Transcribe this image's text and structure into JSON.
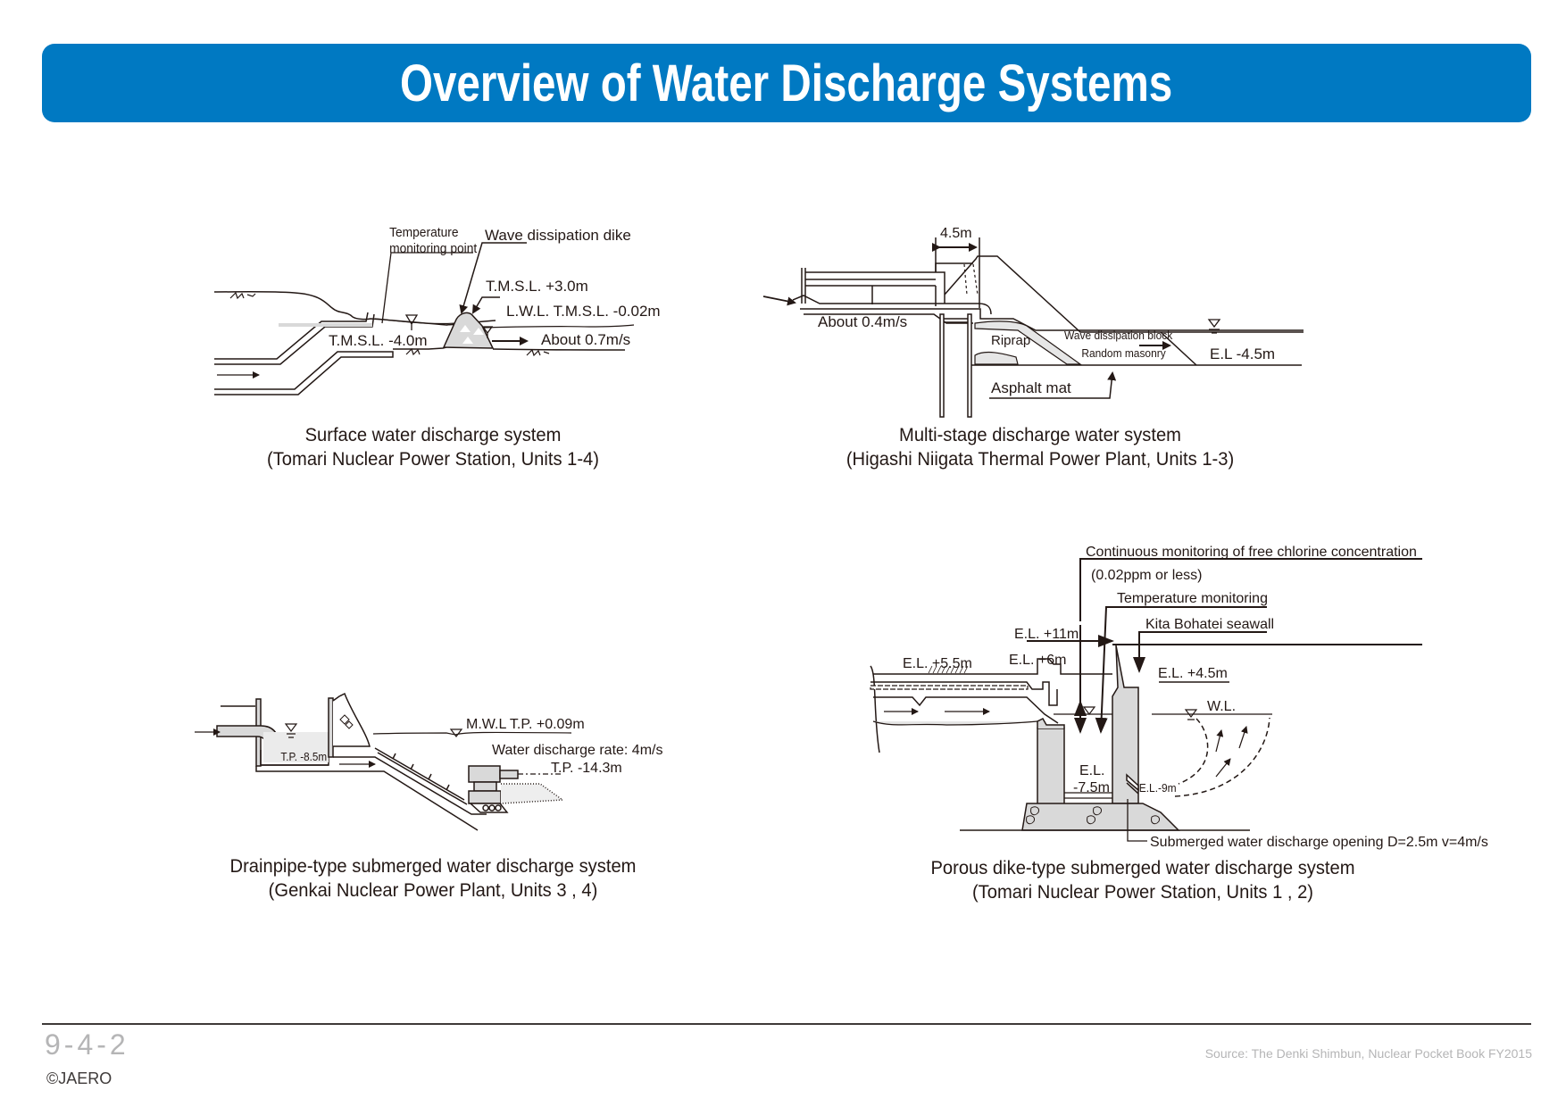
{
  "header": {
    "title": "Overview of Water Discharge Systems"
  },
  "colors": {
    "title_bar": "#0079c2",
    "ink": "#231815",
    "fill_gray": "#d9d9d9",
    "footer_gray": "#b5b5b6"
  },
  "diagrams": [
    {
      "id": "surface",
      "caption_line1": "Surface water discharge system",
      "caption_line2": "(Tomari Nuclear Power Station, Units 1-4)",
      "labels": {
        "temp_point_1": "Temperature",
        "temp_point_2": "monitoring point",
        "dike": "Wave dissipation dike",
        "crest": "T.M.S.L. +3.0m",
        "lwl": "L.W.L. T.M.S.L. -0.02m",
        "bottom": "T.M.S.L. -4.0m",
        "velocity": "About 0.7m/s"
      }
    },
    {
      "id": "multistage",
      "caption_line1": "Multi-stage discharge water system",
      "caption_line2": "(Higashi Niigata Thermal Power Plant, Units 1-3)",
      "labels": {
        "width": "4.5m",
        "velocity": "About 0.4m/s",
        "riprap": "Riprap",
        "wave_block": "Wave dissipation block",
        "masonry": "Random masonry",
        "elevation": "E.L -4.5m",
        "asphalt": "Asphalt mat"
      }
    },
    {
      "id": "drainpipe",
      "caption_line1": "Drainpipe-type submerged water discharge system",
      "caption_line2": "(Genkai Nuclear Power Plant, Units 3 , 4)",
      "labels": {
        "mwl": "M.W.L T.P. +0.09m",
        "rate": "Water discharge rate: 4m/s",
        "outlet": "T.P. -14.3m",
        "basin": "T.P. -8.5m"
      }
    },
    {
      "id": "porous",
      "caption_line1": "Porous dike-type submerged water discharge system",
      "caption_line2": "(Tomari Nuclear Power Station, Units 1 , 2)",
      "labels": {
        "chlorine_1": "Continuous monitoring of free chlorine concentration",
        "chlorine_2": "(0.02ppm or less)",
        "temp": "Temperature monitoring",
        "seawall": "Kita Bohatei seawall",
        "el_11": "E.L. +11m",
        "el_6": "E.L. +6m",
        "el_55": "E.L. +5.5m",
        "el_45": "E.L. +4.5m",
        "wl": "W.L.",
        "el_75a": "E.L.",
        "el_75b": "-7.5m",
        "el_9": "E.L.-9m",
        "opening": "Submerged water discharge opening D=2.5m v=4m/s"
      }
    }
  ],
  "footer": {
    "page_number": "9-4-2",
    "copyright": "©JAERO",
    "source": "Source: The Denki Shimbun, Nuclear Pocket Book FY2015"
  }
}
